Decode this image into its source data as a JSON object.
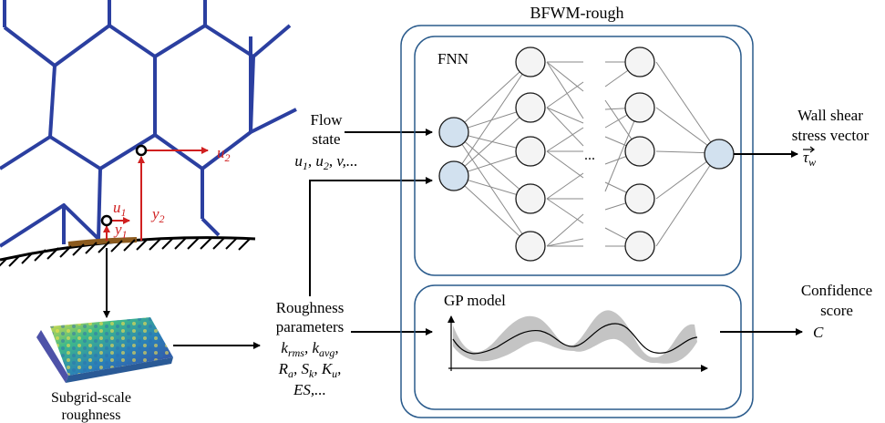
{
  "title": "BFWM-rough",
  "fnn_label": "FNN",
  "gp_label": "GP model",
  "flow_state": {
    "line1": "Flow",
    "line2": "state",
    "vars": [
      "u",
      "1",
      ", ",
      "u",
      "2",
      ", v,..."
    ]
  },
  "roughness_params": {
    "line1": "Roughness",
    "line2": "parameters"
  },
  "subgrid": {
    "line1": "Subgrid-scale",
    "line2": "roughness"
  },
  "output_top": {
    "line1": "Wall shear",
    "line2": "stress vector",
    "symbol": "τ",
    "subscript": "w"
  },
  "output_bottom": {
    "line1": "Confidence",
    "line2": "score",
    "symbol": "C"
  },
  "grid_labels": {
    "u1": "u",
    "u1_sub": "1",
    "u2": "u",
    "u2_sub": "2",
    "y1": "y",
    "y1_sub": "1",
    "y2": "y",
    "y2_sub": "2"
  },
  "ellipsis": "...",
  "colors": {
    "frame": "#2a5b8c",
    "hex_grid": "#2b3fa0",
    "vector_red": "#d02020",
    "input_node": "#d2e1ef",
    "hidden_node": "#f4f4f4",
    "output_node": "#d2e1ef",
    "gp_band": "#c4c4c4",
    "wall": "#8b5a1e"
  }
}
